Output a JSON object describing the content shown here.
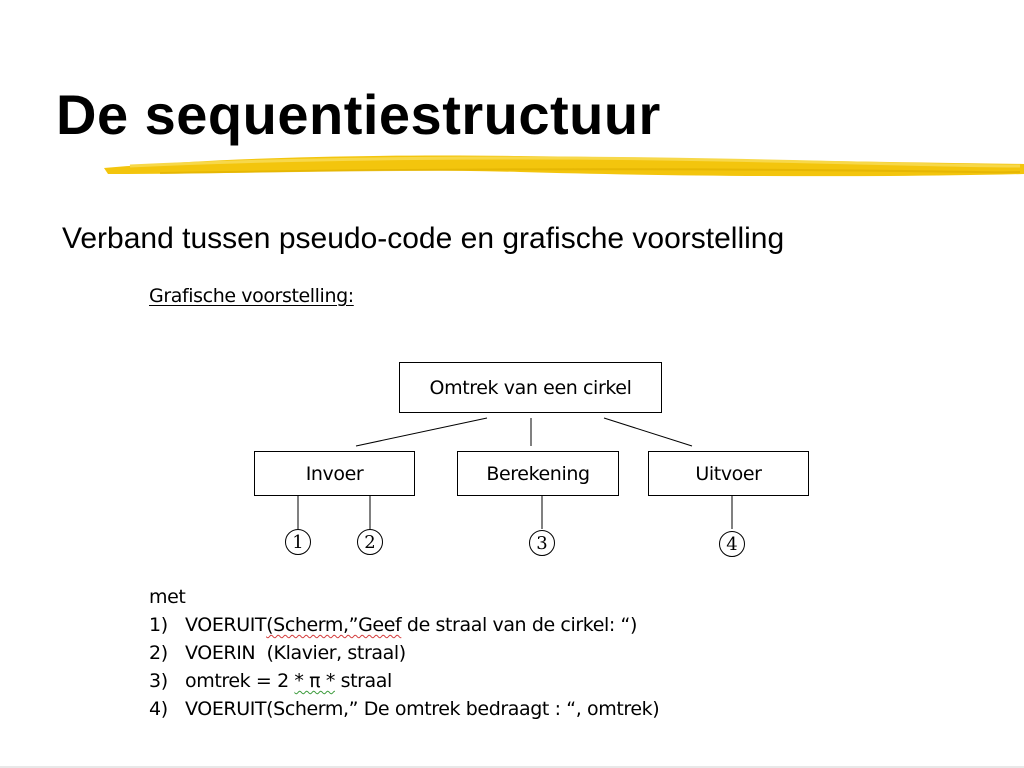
{
  "slide": {
    "title": "De sequentiestructuur",
    "subtitle": "Verband tussen pseudo-code en grafische voorstelling",
    "accent_color": "#f2c200"
  },
  "diagram": {
    "heading": "Grafische voorstelling:",
    "root": "Omtrek van een cirkel",
    "children": [
      "Invoer",
      "Berekening",
      "Uitvoer"
    ],
    "steps": [
      "1",
      "2",
      "3",
      "4"
    ]
  },
  "legend": {
    "intro": "met",
    "items": [
      {
        "num": "1)",
        "pre": "VOERUIT",
        "sq": "(Scherm,”Geef",
        "post": " de straal van de cirkel: “)"
      },
      {
        "num": "2)",
        "text": "VOERIN  (Klavier, straal)"
      },
      {
        "num": "3)",
        "pre": "omtrek = 2 ",
        "sq": "* π *",
        "post": " straal"
      },
      {
        "num": "4)",
        "text": "VOERUIT(Scherm,” De omtrek bedraagt : “, omtrek)"
      }
    ]
  }
}
